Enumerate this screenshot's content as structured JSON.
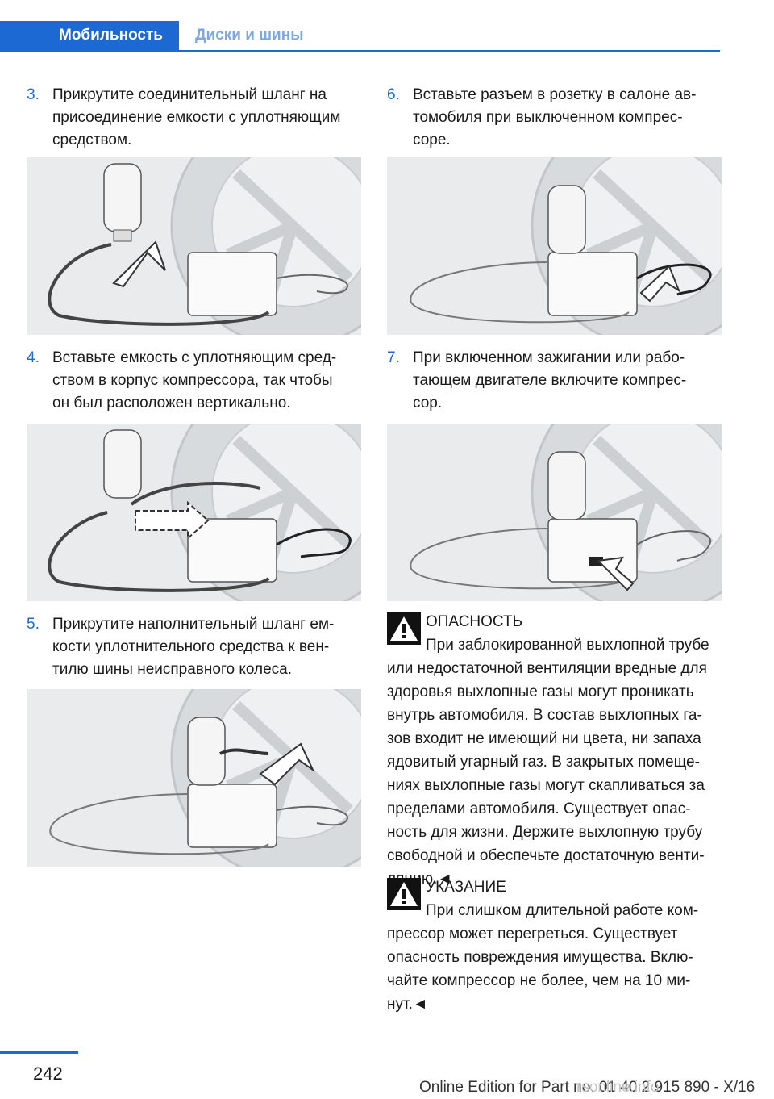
{
  "tabs": {
    "active": "Мобильность",
    "inactive": "Диски и шины"
  },
  "steps": [
    {
      "num": "3.",
      "lines": [
        "Прикрутите соединительный шланг на",
        "присоединение емкости с уплотняющим",
        "средством."
      ]
    },
    {
      "num": "4.",
      "lines": [
        "Вставьте емкость с уплотняющим сред‐",
        "ством в корпус компрессора, так чтобы",
        "он был расположен вертикально."
      ]
    },
    {
      "num": "5.",
      "lines": [
        "Прикрутите наполнительный шланг ем‐",
        "кости уплотнительного средства к вен‐",
        "тилю шины неисправного колеса."
      ]
    },
    {
      "num": "6.",
      "lines": [
        "Вставьте разъем в розетку в салоне ав‐",
        "томобиля при выключенном компрес‐",
        "соре."
      ]
    },
    {
      "num": "7.",
      "lines": [
        "При включенном зажигании или рабо‐",
        "тающем двигателе включите компрес‐",
        "сор."
      ]
    }
  ],
  "warnings": [
    {
      "heading": "ОПАСНОСТЬ",
      "lines": [
        "При заблокированной выхлопной трубе",
        "или недостаточной вентиляции вредные для",
        "здоровья выхлопные газы могут проникать",
        "внутрь автомобиля. В состав выхлопных га‐",
        "зов входит не имеющий ни цвета, ни запаха",
        "ядовитый угарный газ. В закрытых помеще‐",
        "ниях выхлопные газы могут скапливаться за",
        "пределами автомобиля. Существует опас‐",
        "ность для жизни. Держите выхлопную трубу",
        "свободной и обеспечьте достаточную венти‐",
        "ляцию.◄"
      ]
    },
    {
      "heading": "УКАЗАНИЕ",
      "lines": [
        "При слишком длительной работе ком‐",
        "прессор может перегреться. Существует",
        "опасность повреждения имущества. Вклю‐",
        "чайте компрессор не более, чем на 10 ми‐",
        "нут.◄"
      ]
    }
  ],
  "page_number": "242",
  "footer": "Online Edition for Part no. 01 40 2 915 890 - X/16",
  "watermark": "rsonline.info"
}
